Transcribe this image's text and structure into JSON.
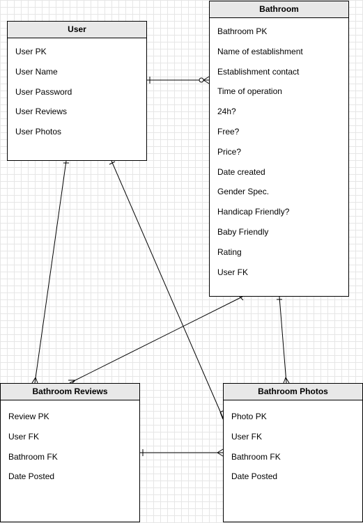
{
  "entities": {
    "user": {
      "title": "User",
      "fields": [
        "User PK",
        "User Name",
        "User Password",
        "User Reviews",
        "User Photos"
      ]
    },
    "bathroom": {
      "title": "Bathroom",
      "fields": [
        "Bathroom PK",
        "Name of establishment",
        "Establishment contact",
        "Time of operation",
        "24h?",
        "Free?",
        "Price?",
        "Date created",
        "Gender Spec.",
        "Handicap Friendly?",
        "Baby Friendly",
        "Rating",
        "User FK"
      ]
    },
    "bathroom_reviews": {
      "title": "Bathroom Reviews",
      "fields": [
        "Review PK",
        "User FK",
        "Bathroom FK",
        "Date Posted"
      ]
    },
    "bathroom_photos": {
      "title": "Bathroom Photos",
      "fields": [
        "Photo PK",
        "User FK",
        "Bathroom FK",
        "Date Posted"
      ]
    }
  },
  "relationships": [
    {
      "from": "User",
      "to": "Bathroom",
      "from_end": "one",
      "to_end": "zero-or-many"
    },
    {
      "from": "User",
      "to": "Bathroom Reviews",
      "from_end": "one",
      "to_end": "many"
    },
    {
      "from": "User",
      "to": "Bathroom Photos",
      "from_end": "one",
      "to_end": "many"
    },
    {
      "from": "Bathroom",
      "to": "Bathroom Reviews",
      "from_end": "one",
      "to_end": "many"
    },
    {
      "from": "Bathroom",
      "to": "Bathroom Photos",
      "from_end": "one",
      "to_end": "many"
    },
    {
      "from": "Bathroom Reviews",
      "to": "Bathroom Photos",
      "from_end": "one",
      "to_end": "many"
    }
  ],
  "colors": {
    "line": "#000000",
    "header_fill": "#e8e8e8",
    "grid": "#e6e6e6"
  }
}
